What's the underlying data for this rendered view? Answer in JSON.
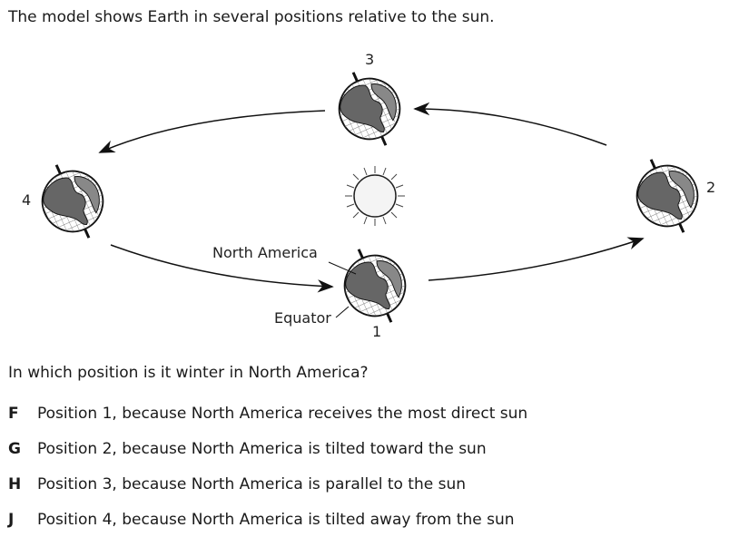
{
  "intro": "The model shows Earth in several positions relative to the sun.",
  "labels": {
    "position_1": "1",
    "position_2": "2",
    "position_3": "3",
    "position_4": "4",
    "north_america": "North America",
    "equator": "Equator"
  },
  "question": "In which position is it winter in North America?",
  "choices": [
    {
      "letter": "F",
      "text": "Position 1, because North America receives the most direct sun"
    },
    {
      "letter": "G",
      "text": "Position 2, because North America is tilted toward the sun"
    },
    {
      "letter": "H",
      "text": "Position 3, because North America is parallel to the sun"
    },
    {
      "letter": "J",
      "text": "Position 4, because North America is tilted away from the sun"
    }
  ]
}
